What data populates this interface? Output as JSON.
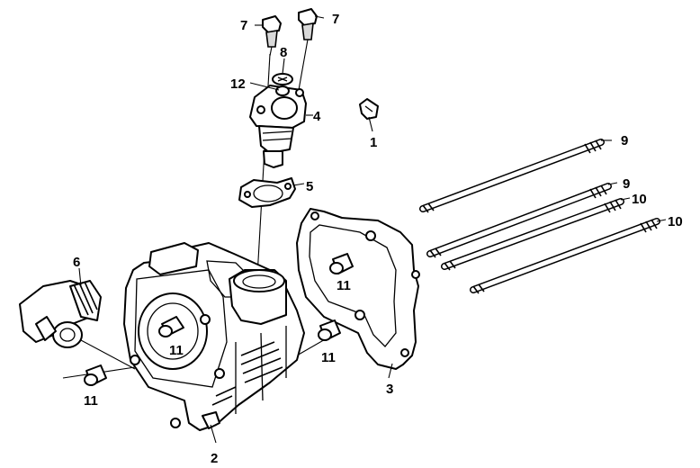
{
  "callouts": {
    "c1": "1",
    "c2": "2",
    "c3": "3",
    "c4": "4",
    "c5": "5",
    "c6": "6",
    "c7a": "7",
    "c7b": "7",
    "c8": "8",
    "c9a": "9",
    "c9b": "9",
    "c10a": "10",
    "c10b": "10",
    "c11a": "11",
    "c11b": "11",
    "c11c": "11",
    "c11d": "11",
    "c12": "12"
  }
}
